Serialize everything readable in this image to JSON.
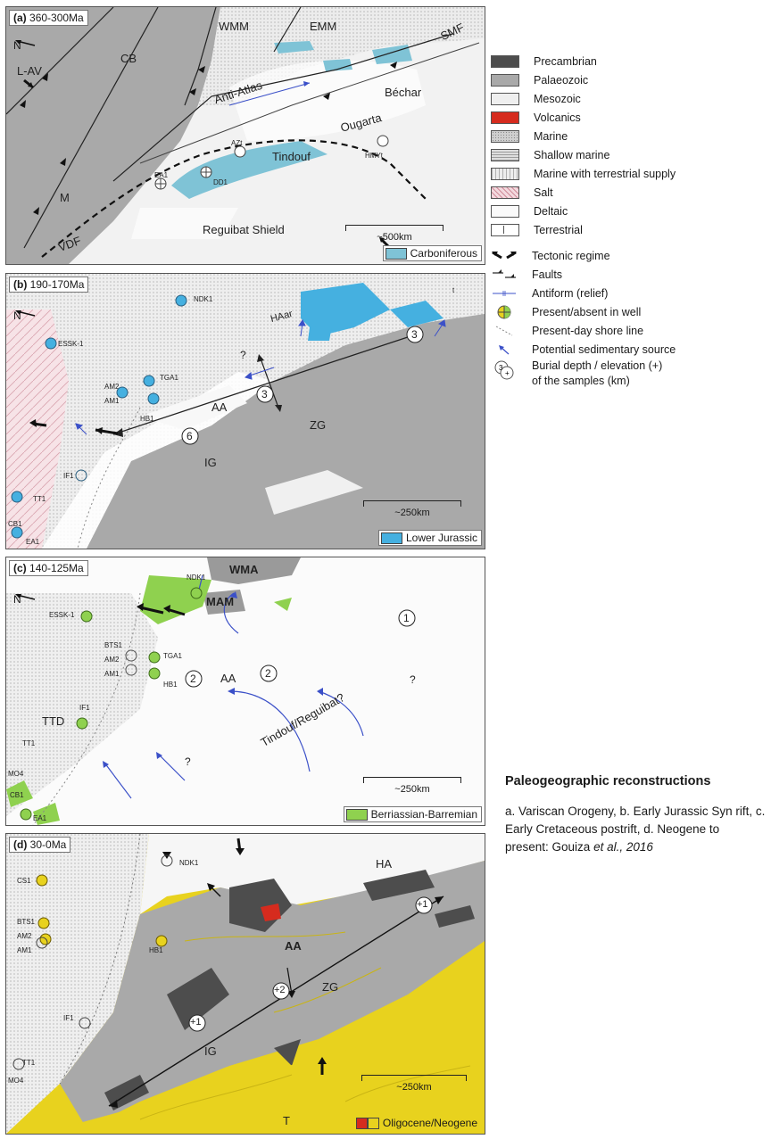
{
  "panels": {
    "a": {
      "letter": "(a)",
      "age": "360-300Ma",
      "period": "Carboniferous",
      "period_color": "#7fc3d6",
      "scale": "~500km",
      "north": "N",
      "labels": {
        "wmm": "WMM",
        "emm": "EMM",
        "smf": "SMF",
        "cb": "CB",
        "lav": "L-AV",
        "anti_atlas": "Anti-Atlas",
        "bechar": "Béchar",
        "ougarta": "Ougarta",
        "tindouf": "Tindouf",
        "m": "M",
        "vdf": "VDF",
        "reguibat": "Reguibat Shield",
        "ea1": "EA1",
        "dd1": "DD1",
        "azt": "AZt",
        "hmyt": "HMYt"
      }
    },
    "b": {
      "letter": "(b)",
      "age": "190-170Ma",
      "period": "Lower Jurassic",
      "period_color": "#45b0e0",
      "scale": "~250km",
      "north": "N",
      "labels": {
        "ndk1": "NDK1",
        "haar": "HAar",
        "essk1": "ESSK-1",
        "am2": "AM2",
        "am1": "AM1",
        "tga1": "TGA1",
        "hb1": "HB1",
        "aa": "AA",
        "zg": "ZG",
        "ig": "IG",
        "if1": "IF1",
        "tt1": "TT1",
        "cb1": "CB1",
        "ea1": "EA1",
        "n3a": "3",
        "n3b": "3",
        "n6": "6",
        "q": "?",
        "t1": "t"
      }
    },
    "c": {
      "letter": "(c)",
      "age": "140-125Ma",
      "period": "Berriassian-Barremian",
      "period_color": "#8fd14f",
      "scale": "~250km",
      "north": "N",
      "labels": {
        "wma": "WMA",
        "mam": "MAM",
        "ndk1": "NDK1",
        "essk1": "ESSK-1",
        "bts1": "BTS1",
        "am2": "AM2",
        "am1": "AM1",
        "tga1": "TGA1",
        "hb1": "HB1",
        "aa": "AA",
        "ttd": "TTD",
        "if1": "IF1",
        "tt1": "TT1",
        "mo4": "MO4",
        "cb1": "CB1",
        "ea1": "EA1",
        "n1": "1",
        "n2a": "2",
        "n2b": "2",
        "q1": "?",
        "q2": "?",
        "tindouf": "Tindouf/Reguibat?"
      }
    },
    "d": {
      "letter": "(d)",
      "age": "30-0Ma",
      "period": "Oligocene/Neogene",
      "period_color": "#e8d21e",
      "period_color2": "#d62b1e",
      "scale": "~250km",
      "t": "T",
      "labels": {
        "ndk1": "NDK1",
        "cs1": "CS1",
        "bts1": "BTS1",
        "am2": "AM2",
        "am1": "AM1",
        "hb1": "HB1",
        "ha": "HA",
        "aa": "AA",
        "zg": "ZG",
        "ig": "IG",
        "if1": "IF1",
        "tt1": "TT1",
        "mo4": "MO4",
        "n1a": "+1",
        "n2": "+2",
        "n1b": "+1"
      }
    }
  },
  "legend": {
    "items": [
      {
        "label": "Precambrian",
        "color": "#4d4d4d",
        "kind": "swatch"
      },
      {
        "label": "Palaeozoic",
        "color": "#a9a9a9",
        "kind": "swatch"
      },
      {
        "label": "Mesozoic",
        "color": "#efefef",
        "kind": "swatch"
      },
      {
        "label": "Volcanics",
        "color": "#d62b1e",
        "kind": "swatch"
      },
      {
        "label": "Marine",
        "color": "#cfcfcf",
        "kind": "swatch"
      },
      {
        "label": "Shallow marine",
        "color": "#dadada",
        "kind": "swatch"
      },
      {
        "label": "Marine with terrestrial supply",
        "color": "#e6e6e6",
        "kind": "swatch"
      },
      {
        "label": "Salt",
        "color": "#f3d9de",
        "kind": "swatch"
      },
      {
        "label": "Deltaic",
        "color": "#fafafa",
        "kind": "swatch"
      },
      {
        "label": "Terrestrial",
        "color": "#ffffff",
        "kind": "swatch"
      },
      {
        "label": "Tectonic regime",
        "kind": "tectonic-icon"
      },
      {
        "label": "Faults",
        "kind": "fault-icon"
      },
      {
        "label": "Antiform (relief)",
        "kind": "antiform-icon"
      },
      {
        "label": "Present/absent in well",
        "kind": "well-icon"
      },
      {
        "label": "Present-day shore line",
        "kind": "shoreline-icon"
      },
      {
        "label": "Potential sedimentary source",
        "kind": "source-icon"
      },
      {
        "label": "Burial depth / elevation (+)",
        "label2": "of the samples (km)",
        "kind": "burial-icon"
      }
    ]
  },
  "caption": {
    "title": "Paleogeographic reconstructions",
    "body_main": "a. Variscan Orogeny, b. Early Jurassic Syn rift, c. Early Cretaceous postrift, d. Neogene to present: Gouiza ",
    "body_italic": "et al., 2016"
  }
}
